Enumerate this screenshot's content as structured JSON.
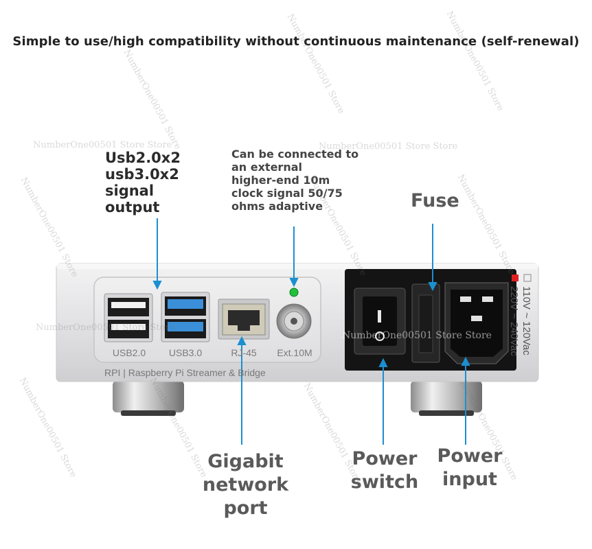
{
  "headline": "Simple to use/high compatibility without continuous maintenance (self-renewal)",
  "callouts": {
    "usb": "Usb2.0x2\nusb3.0x2\nsignal\noutput",
    "clock": "Can be connected to\nan external\nhigher-end 10m\nclock signal 50/75\nohms adaptive",
    "fuse": "Fuse",
    "network": "Gigabit\nnetwork port",
    "power_switch": "Power\nswitch",
    "power_input": "Power\ninput"
  },
  "device": {
    "port_labels": {
      "usb2": "USB2.0",
      "usb3": "USB3.0",
      "rj45": "RJ-45",
      "ext": "Ext.10M"
    },
    "brand_line": "RPI  |  Raspberry Pi Streamer & Bridge",
    "voltage_line1": "110V ~ 120Vac",
    "voltage_line2": "220V ~ 240Vac"
  },
  "watermark": "NumberOne00501 Store Store",
  "watermark_short": "NumberOne00501 Store",
  "colors": {
    "arrow": "#1b8fd0",
    "usb3_blue": "#3a8fd8",
    "led_green": "#22c03a",
    "chassis": "#e6e6e8"
  }
}
